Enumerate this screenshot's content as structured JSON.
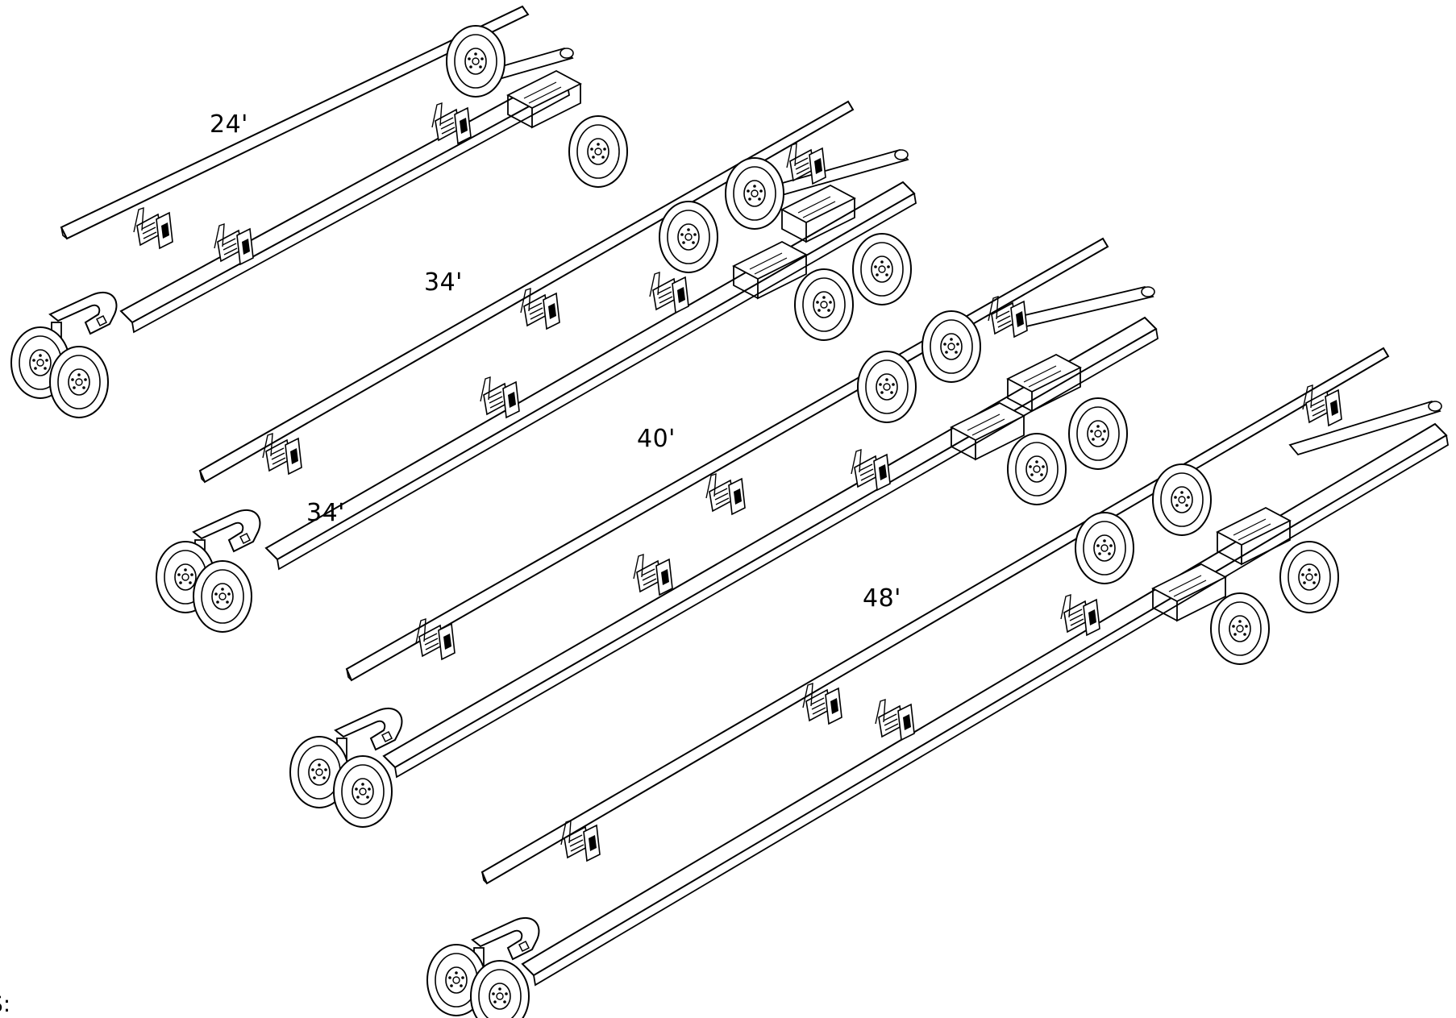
{
  "labels": {
    "frame_24": "24'",
    "frame_34": "34'",
    "frame_34_overlap": "34'",
    "frame_40": "40'",
    "frame_48": "48'",
    "corner_fragment": "S:"
  },
  "colors": {
    "line": "#000000",
    "background": "#ffffff"
  }
}
